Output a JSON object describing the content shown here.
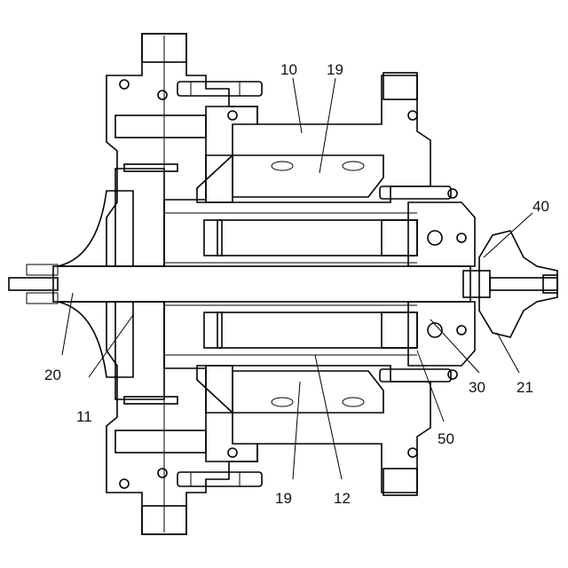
{
  "drawing": {
    "labels": {
      "l10": "10",
      "l19_top": "19",
      "l40": "40",
      "l20": "20",
      "l11": "11",
      "l30": "30",
      "l21": "21",
      "l50": "50",
      "l19_bottom": "19",
      "l12": "12"
    }
  }
}
